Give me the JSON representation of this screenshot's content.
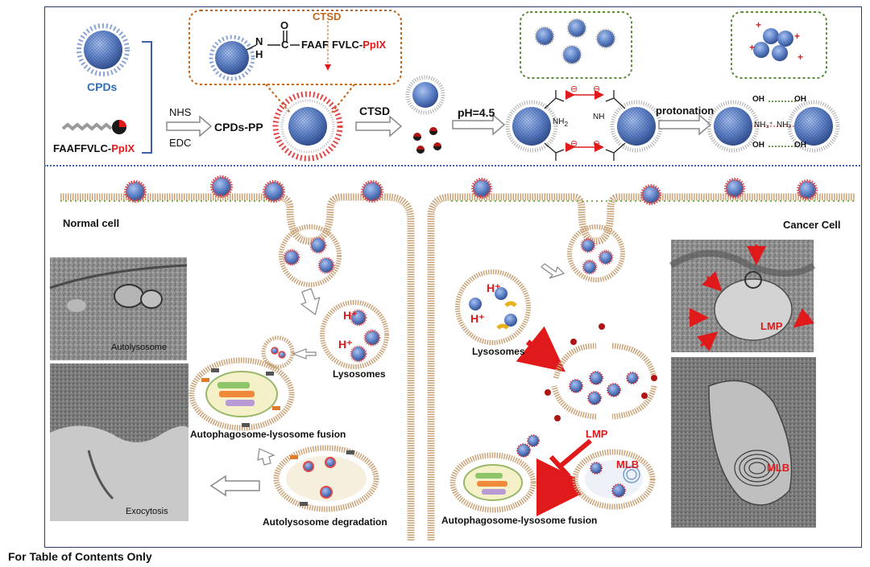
{
  "top": {
    "cpds_label": "CPDs",
    "peptide_label_black": "FAAFFVLC-",
    "peptide_label_red": "PpIX",
    "nhs": "NHS",
    "edc": "EDC",
    "cpds_pp": "CPDs-PP",
    "ctsd_box": "CTSD",
    "ctsd_arrow": "CTSD",
    "ph": "pH=4.5",
    "protonation": "protonation",
    "structure_n": "N",
    "structure_h": "H",
    "structure_c": "C",
    "structure_o": "O",
    "structure_black_seq": "FAAF",
    "structure_black_seq2": "FVLC-",
    "structure_red": "PpIX",
    "oh1": "OH",
    "oh2": "OH",
    "oh3": "OH",
    "oh4": "OH",
    "nh2_left": "NH",
    "nh2_sub": "2",
    "nh_mid": "N",
    "nh_mid_h": "H",
    "nh3_label": "NH₃⁺",
    "nh2_label": "NH₂",
    "minus": "⊖",
    "plus": "+"
  },
  "left": {
    "normal_cell": "Normal cell",
    "autolysosome": "Autolysosome",
    "exocytosis": "Exocytosis",
    "lysosomes": "Lysosomes",
    "h_plus": "H⁺",
    "fusion": "Autophagosome-lysosome fusion",
    "degradation": "Autolysosome degradation"
  },
  "right": {
    "cancer_cell": "Cancer Cell",
    "lysosomes": "Lysosomes",
    "h_plus": "H⁺",
    "lmp": "LMP",
    "mlb": "MLB",
    "fusion": "Autophagosome-lysosome fusion",
    "lmp_micro": "LMP",
    "mlb_micro": "MLB"
  },
  "footer": "For Table of Contents Only",
  "colors": {
    "frame": "#2b3a6b",
    "divider": "#3c5fa8",
    "particle": "#5b7fc4",
    "shell_red": "#e04848",
    "box_orange": "#c0661a",
    "box_green": "#5a8a3a",
    "arrow_red": "#e01a1a"
  }
}
